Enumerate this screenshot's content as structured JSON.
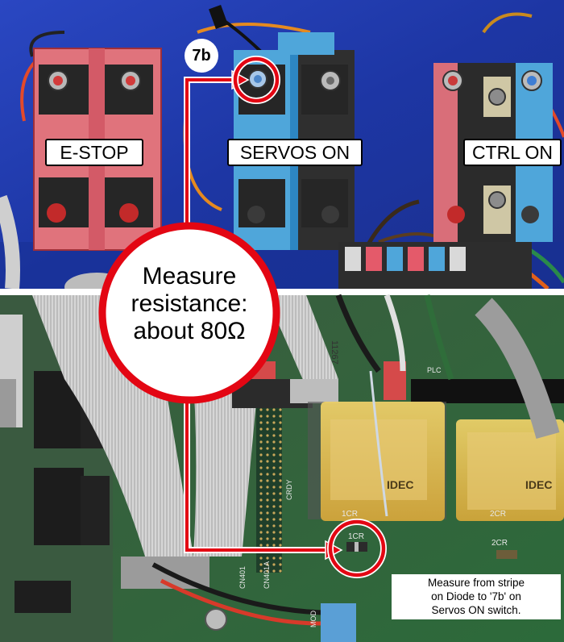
{
  "top_photo": {
    "switch_labels": {
      "estop": "E-STOP",
      "servos": "SERVOS ON",
      "ctrl": "CTRL ON"
    },
    "terminal_tag": "7b"
  },
  "callout": {
    "lines": [
      "Measure",
      "resistance:",
      "about 80Ω"
    ]
  },
  "note": {
    "lines": [
      "Measure from stripe",
      "on Diode to '7b' on",
      "Servos ON switch."
    ]
  },
  "board_markings": {
    "ribbon_code": "11267",
    "diode_label": "1CR",
    "relay_brand_1": "IDEC",
    "relay_brand_2": "IDEC",
    "relay_label_1": "1CR",
    "relay_label_2": "2CR",
    "diode_label_2": "2CR",
    "connector_1": "CN401",
    "connector_2": "CN401A",
    "connector_3": "CRDY",
    "plc_label": "PLC",
    "mod_label": "MOD"
  },
  "colors": {
    "enclosure_blue": "#1f39a8",
    "board_green": "#2e6b3a",
    "pointer_red": "#e30613"
  }
}
